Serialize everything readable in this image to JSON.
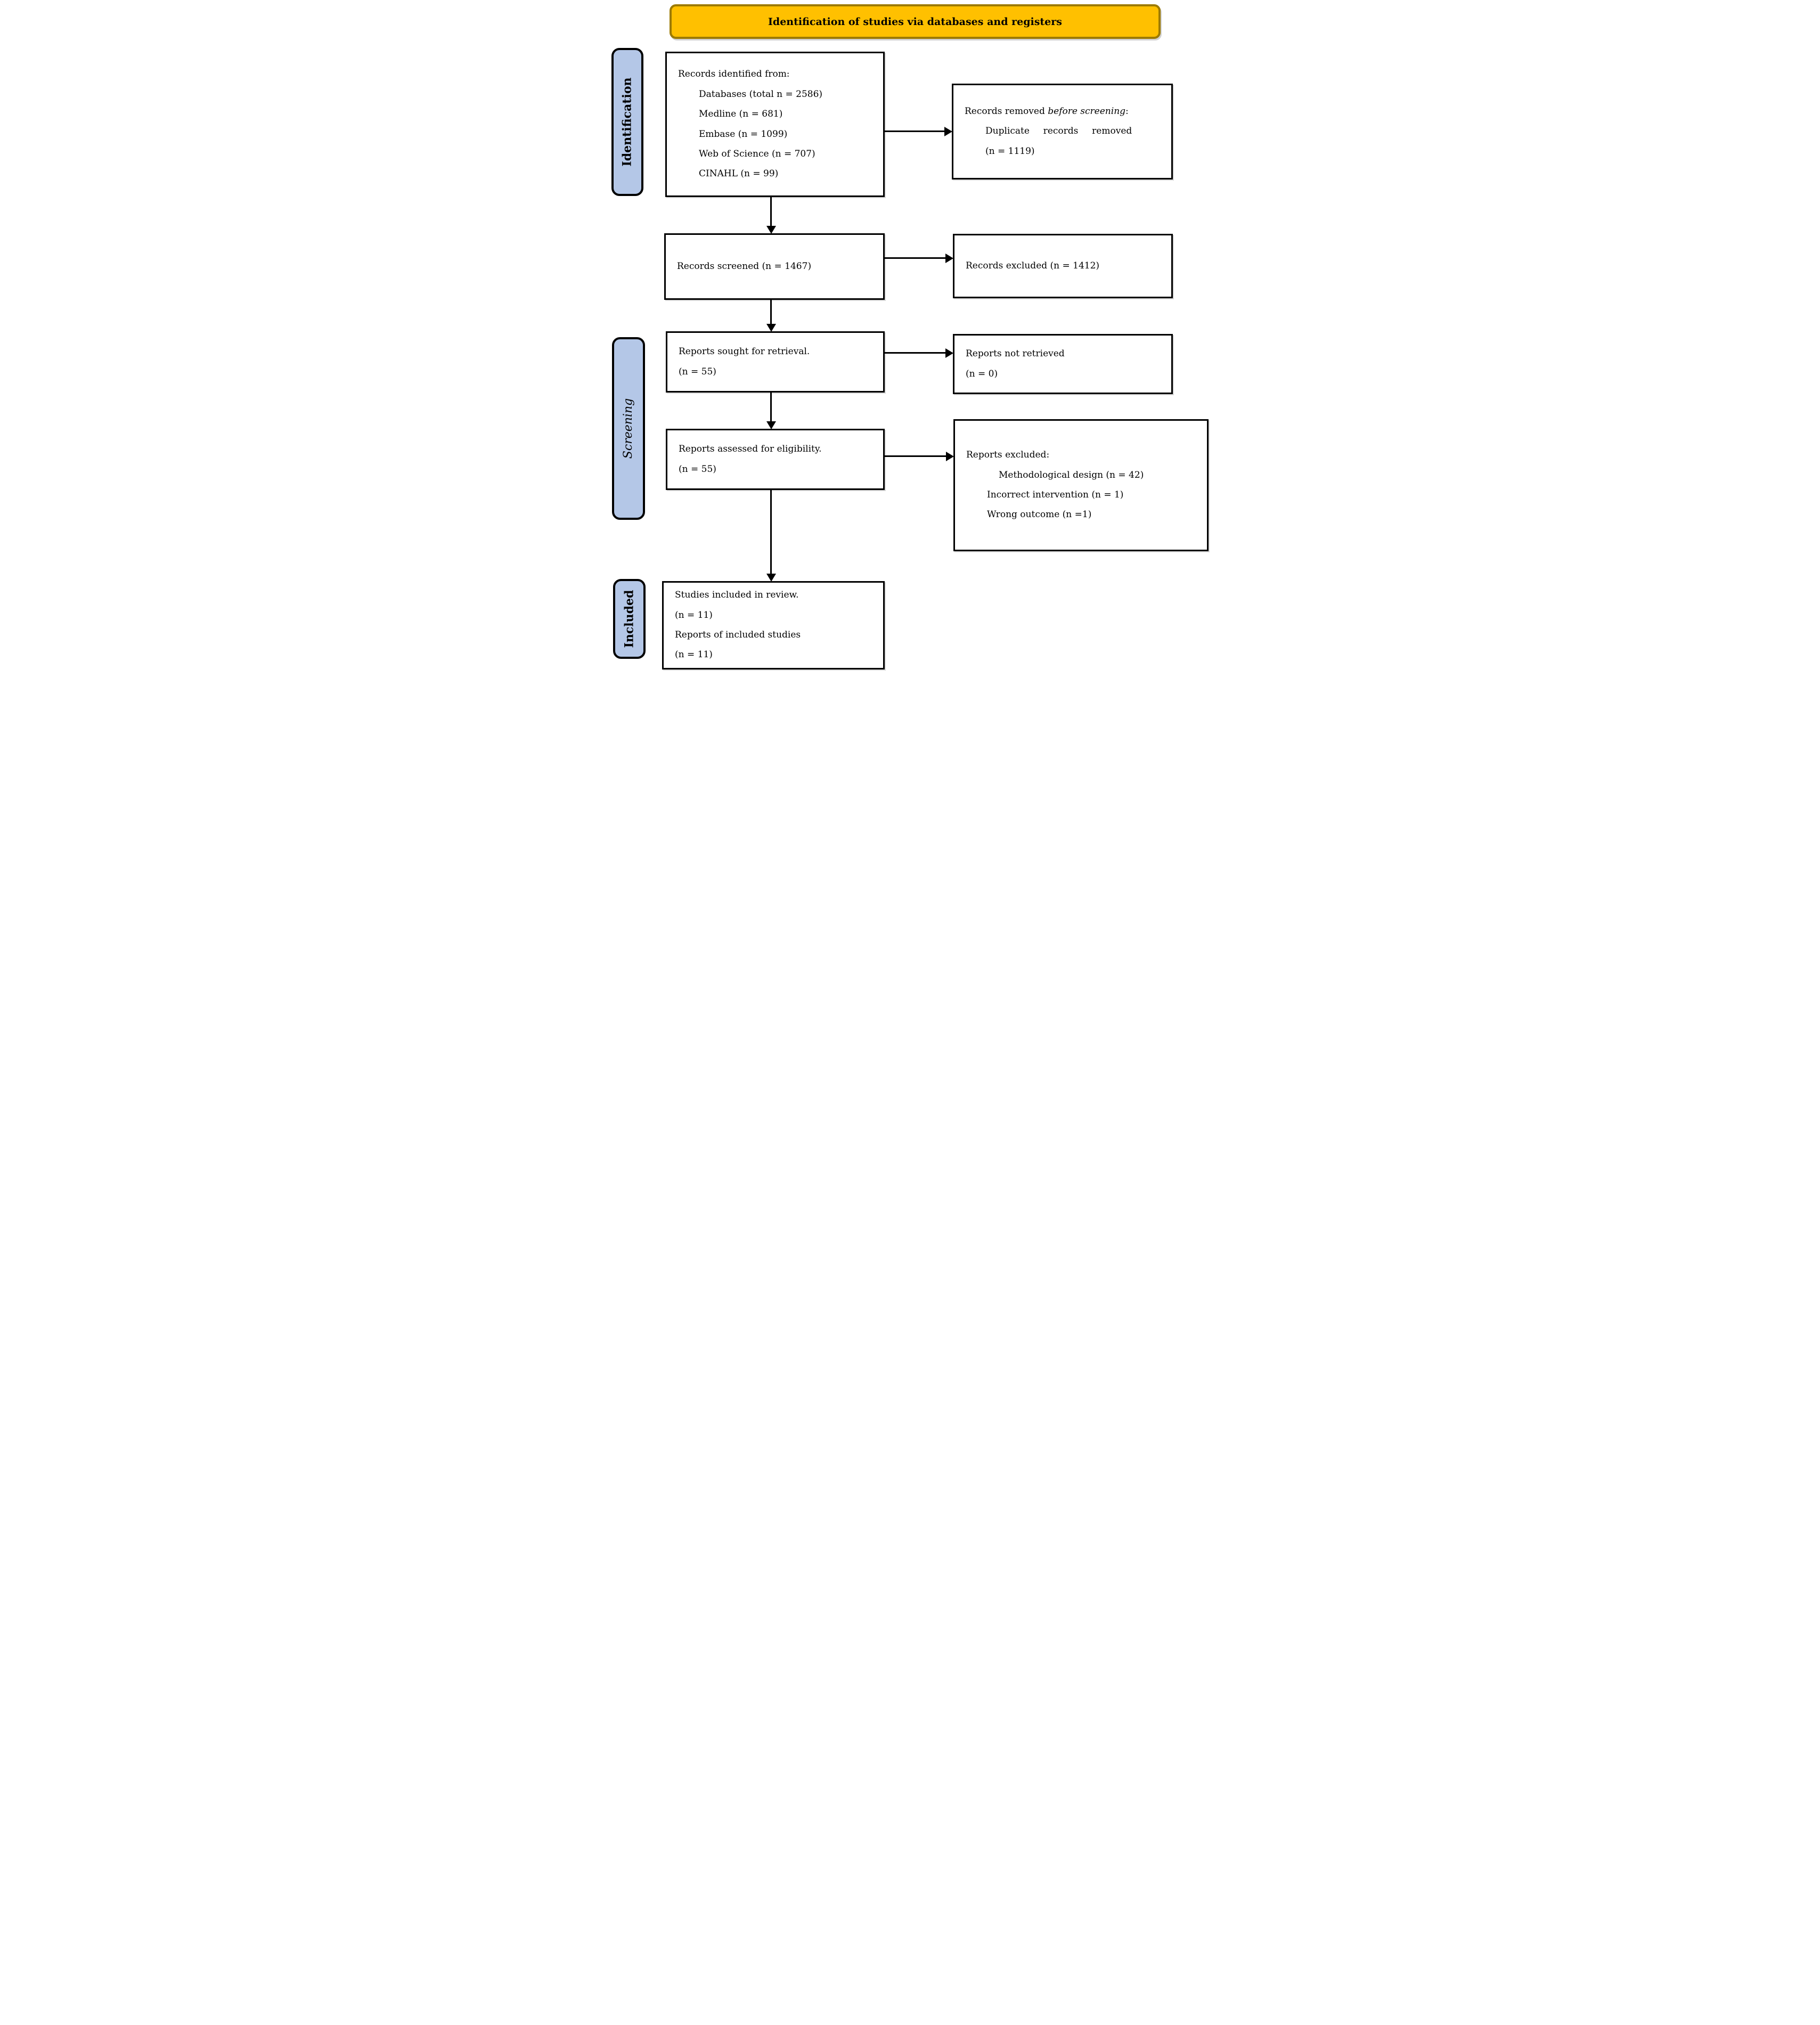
{
  "banner": {
    "label": "Identification of studies via databases and registers"
  },
  "sidebars": {
    "identification": {
      "label": "Identification"
    },
    "screening": {
      "label": "Screening"
    },
    "included": {
      "label": "Included"
    }
  },
  "boxes": {
    "records_identified": {
      "lines": [
        {
          "t": "Records identified from:",
          "indent": 0
        },
        {
          "t": "Databases (total n = 2586)",
          "indent": 1
        },
        {
          "t": "Medline (n = 681)",
          "indent": 1
        },
        {
          "t": "Embase (n = 1099)",
          "indent": 1
        },
        {
          "t": "Web of Science (n = 707)",
          "indent": 1
        },
        {
          "t": "CINAHL (n = 99)",
          "indent": 1
        }
      ]
    },
    "records_removed": {
      "lines": [
        {
          "segments": [
            {
              "t": "Records removed "
            },
            {
              "t": "before screening",
              "italic": true
            },
            {
              "t": ":"
            }
          ],
          "indent": 0
        },
        {
          "t": "Duplicate records removed",
          "indent": 1,
          "wide": true
        },
        {
          "t": "(n = 1119)",
          "indent": 1
        }
      ]
    },
    "records_screened": {
      "lines": [
        {
          "t": "Records screened (n = 1467)",
          "indent": 0
        }
      ]
    },
    "records_excluded": {
      "lines": [
        {
          "t": "Records excluded (n = 1412)",
          "indent": 0
        }
      ]
    },
    "reports_sought": {
      "lines": [
        {
          "t": "Reports sought for retrieval.",
          "indent": 0
        },
        {
          "t": "(n = 55)",
          "indent": 0
        }
      ]
    },
    "reports_not_retrieved": {
      "lines": [
        {
          "t": "Reports not retrieved",
          "indent": 0
        },
        {
          "t": "(n = 0)",
          "indent": 0
        }
      ]
    },
    "reports_assessed": {
      "lines": [
        {
          "t": "Reports assessed for eligibility.",
          "indent": 0
        },
        {
          "t": "(n = 55)",
          "indent": 0
        }
      ]
    },
    "reports_excluded": {
      "lines": [
        {
          "t": "Reports excluded:",
          "indent": 0
        },
        {
          "t": "Methodological design (n = 42)",
          "indent": 2
        },
        {
          "t": "Incorrect intervention (n = 1)",
          "indent": 1
        },
        {
          "t": "Wrong outcome (n =1)",
          "indent": 1
        }
      ]
    },
    "studies_included": {
      "lines": [
        {
          "t": "Studies included in review.",
          "indent": 0
        },
        {
          "t": "(n = 11)",
          "indent": 0
        },
        {
          "t": "Reports of included studies",
          "indent": 0
        },
        {
          "t": "(n = 11)",
          "indent": 0
        }
      ]
    }
  },
  "colors": {
    "banner_fill": "#FFC000",
    "banner_border": "#9C7A00",
    "sidebar_fill": "#B4C7E7",
    "sidebar_border": "#000000",
    "box_border": "#000000",
    "arrow": "#000000"
  }
}
